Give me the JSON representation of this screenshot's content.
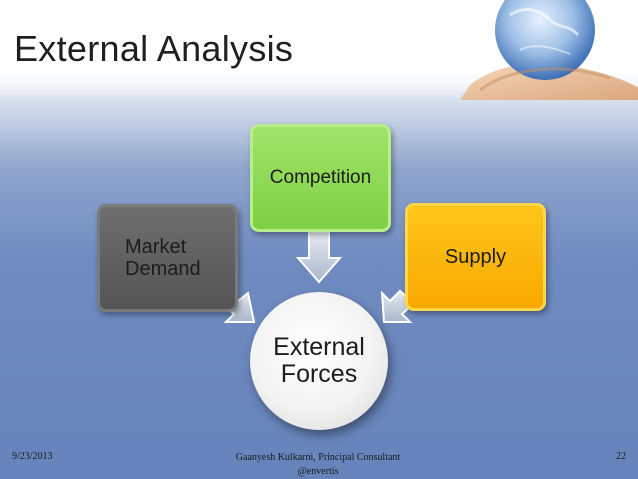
{
  "slide": {
    "title": "External Analysis",
    "center_node": "External\nForces",
    "nodes": [
      {
        "id": "market-demand",
        "label": "Market\nDemand",
        "color": "#616161"
      },
      {
        "id": "competition",
        "label": "Competition",
        "color": "#8fd955"
      },
      {
        "id": "supply",
        "label": "Supply",
        "color": "#fbb80d"
      }
    ],
    "footer": {
      "date": "9/23/2013",
      "author": "Gaanyesh Kulkarni, Principal Consultant\n@envertis",
      "page": "22"
    },
    "icons": [
      "globe-in-hand-icon"
    ]
  }
}
